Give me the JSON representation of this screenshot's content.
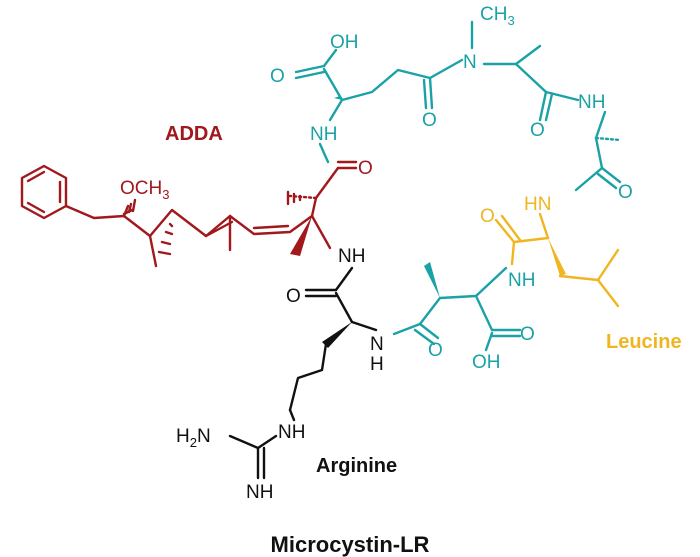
{
  "title": "Microcystin-LR",
  "labels": {
    "adda": "ADDA",
    "leucine": "Leucine",
    "arginine": "Arginine"
  },
  "atoms": {
    "o": "O",
    "oh": "OH",
    "nh": "NH",
    "n": "N",
    "h": "H",
    "ch3_main": "CH",
    "ch3_sub": "3",
    "och3_main": "OCH",
    "och3_sub": "3",
    "h2n_main": "H",
    "h2n_sub": "2",
    "h2n_n": "N"
  },
  "colors": {
    "adda": "#a1181d",
    "peptide": "#1aa2a6",
    "leucine": "#f0b621",
    "arginine": "#111111"
  }
}
